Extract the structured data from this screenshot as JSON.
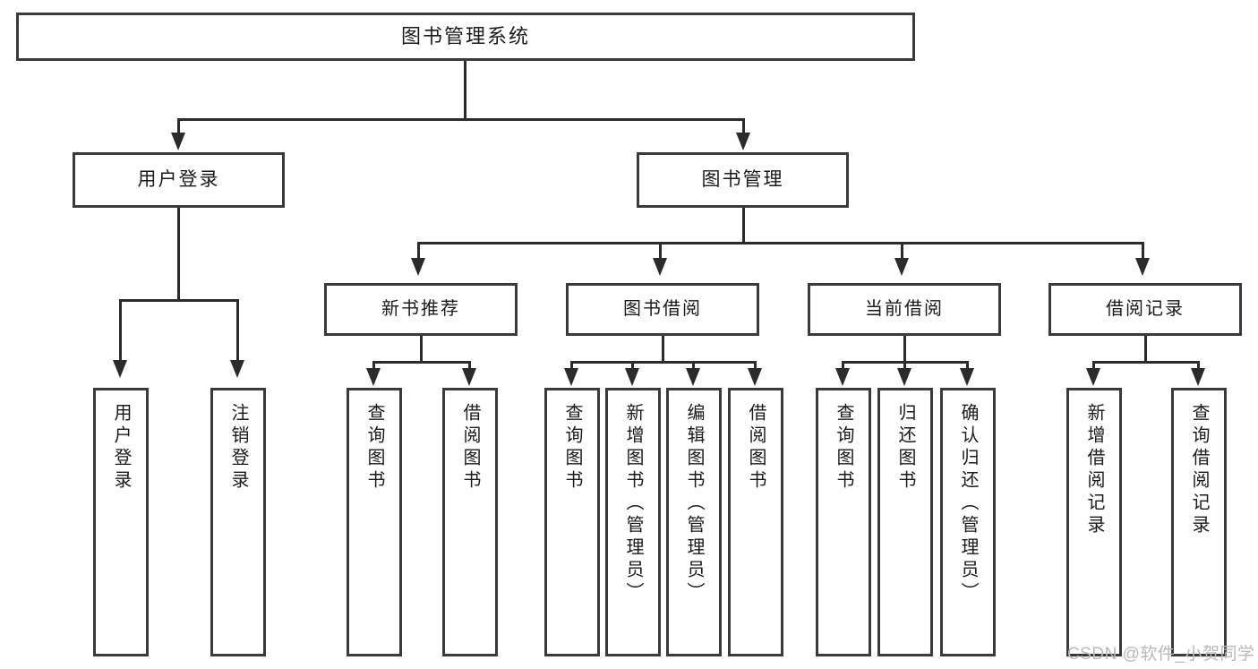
{
  "diagram": {
    "title": "图书管理系统",
    "type": "hierarchy-tree",
    "root": {
      "id": "root",
      "label": "图书管理系统"
    },
    "level2": [
      {
        "id": "user-login",
        "label": "用户登录"
      },
      {
        "id": "book-manage",
        "label": "图书管理"
      }
    ],
    "level3": [
      {
        "id": "new-book-recommend",
        "label": "新书推荐",
        "parent": "book-manage"
      },
      {
        "id": "book-borrow",
        "label": "图书借阅",
        "parent": "book-manage"
      },
      {
        "id": "current-borrow",
        "label": "当前借阅",
        "parent": "book-manage"
      },
      {
        "id": "borrow-record",
        "label": "借阅记录",
        "parent": "book-manage"
      }
    ],
    "leaves": {
      "user_login": [
        {
          "id": "leaf-user-login",
          "label": "用户登录"
        },
        {
          "id": "leaf-user-logout",
          "label": "注销登录"
        }
      ],
      "new_book_recommend": [
        {
          "id": "leaf-query-book-1",
          "label": "查询图书"
        },
        {
          "id": "leaf-borrow-book-1",
          "label": "借阅图书"
        }
      ],
      "book_borrow": [
        {
          "id": "leaf-query-book-2",
          "label": "查询图书"
        },
        {
          "id": "leaf-add-book",
          "label": "新增图书（管理员）"
        },
        {
          "id": "leaf-edit-book",
          "label": "编辑图书（管理员）"
        },
        {
          "id": "leaf-borrow-book-2",
          "label": "借阅图书"
        }
      ],
      "current_borrow": [
        {
          "id": "leaf-query-book-3",
          "label": "查询图书"
        },
        {
          "id": "leaf-return-book",
          "label": "归还图书"
        },
        {
          "id": "leaf-confirm-return",
          "label": "确认归还（管理员）"
        }
      ],
      "borrow_record": [
        {
          "id": "leaf-add-record",
          "label": "新增借阅记录"
        },
        {
          "id": "leaf-query-record",
          "label": "查询借阅记录"
        }
      ]
    }
  },
  "watermark": {
    "text": "CSDN @软件_小贺同学"
  },
  "colors": {
    "stroke": "#2b2b2b",
    "box_border": "#3a3a3a",
    "text": "#1a1a1a",
    "background": "#ffffff",
    "watermark": "#b9b9b9"
  }
}
